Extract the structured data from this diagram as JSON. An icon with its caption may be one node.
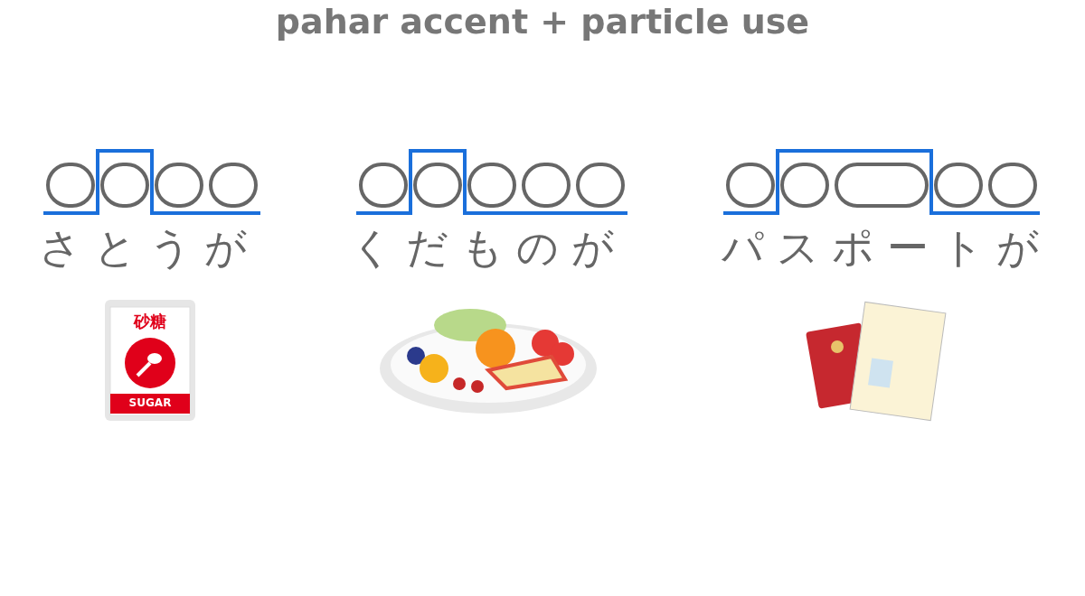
{
  "diagram": {
    "title": "pahar accent + particle use",
    "labels": [
      "さとうが",
      "くだものが",
      "パスポートが",
      "砂糖",
      "SUGAR"
    ]
  }
}
